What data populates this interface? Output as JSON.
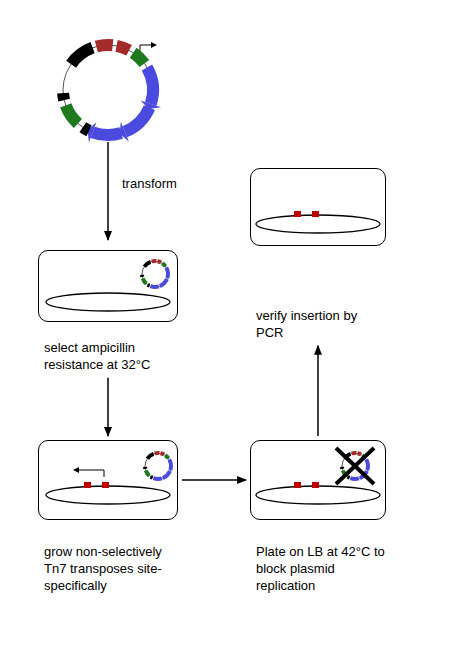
{
  "diagram": {
    "nodes": [
      {
        "text": [
          "select ampicillin resistance at 32°C"
        ]
      },
      {
        "text": [
          "grow non-selectively Tn7 transposes site-specifically"
        ]
      },
      {
        "text": [
          "Plate on LB at 42°C to block plasmid replication"
        ]
      },
      {
        "text": [
          "verify insertion by PCR"
        ]
      }
    ],
    "edges": [
      {
        "from": 0,
        "to": 1,
        "arrow": "to"
      },
      {
        "from": 1,
        "to": 2,
        "arrow": "to"
      },
      {
        "from": 2,
        "to": 3,
        "arrow": "to"
      }
    ],
    "labels": [
      "transform"
    ]
  }
}
